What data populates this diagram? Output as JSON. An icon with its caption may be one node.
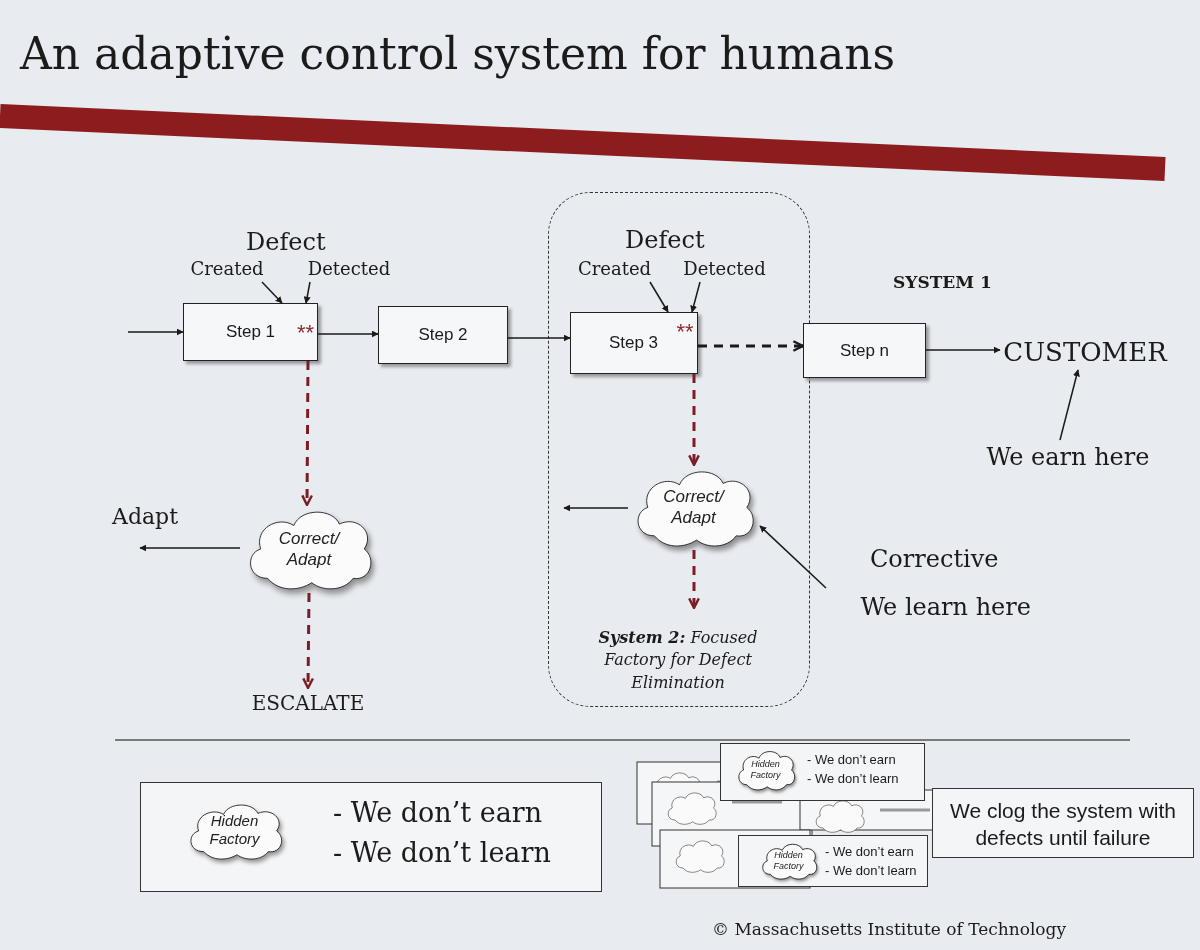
{
  "diagram": {
    "title": "An adaptive control system for humans",
    "nodes": [
      {
        "text": [
          "Created"
        ]
      },
      {
        "text": [
          "Detected"
        ]
      },
      {
        "text": [
          "Step 1",
          "**"
        ]
      },
      {
        "text": [
          "Step 2"
        ]
      },
      {
        "text": [
          "**System 2:** Focused Factory for Defect Elimination"
        ]
      },
      {
        "text": [
          "Created"
        ],
        "in": 4
      },
      {
        "text": [
          "Detected"
        ],
        "in": 4
      },
      {
        "text": [
          "Step 3",
          "**"
        ],
        "in": 4
      },
      {
        "text": [
          "Correct/ Adapt"
        ],
        "in": 4
      },
      {
        "text": [
          "Step n"
        ]
      },
      {
        "text": [
          "CUSTOMER"
        ]
      },
      {
        "text": [
          "We earn here"
        ]
      },
      {
        "text": [
          "Corrective",
          "We learn here"
        ]
      },
      {
        "text": [
          "Correct/ Adapt"
        ]
      },
      {
        "text": [
          "ESCALATE"
        ]
      },
      {
        "text": [
          "- We don’t earn",
          "- We don’t learn"
        ]
      },
      {
        "text": [
          "Hidden Factory"
        ],
        "in": 15
      },
      {
        "text": [
          "- We don’t earn",
          "- We don’t learn"
        ]
      },
      {
        "text": [
          "Hidden Factory"
        ],
        "in": 17
      },
      {
        "text": [
          "- We don’t earn",
          "- We don’t learn"
        ]
      },
      {
        "text": [
          "Hidden Factory"
        ],
        "in": 19
      },
      {
        "text": [
          "We clog the system with defects until failure"
        ]
      }
    ],
    "edges": [
      {
        "from": null,
        "to": 2,
        "arrow": "to"
      },
      {
        "from": 0,
        "to": 2,
        "arrow": "to"
      },
      {
        "from": 1,
        "to": 2,
        "arrow": "to"
      },
      {
        "from": 2,
        "to": 3,
        "arrow": "to"
      },
      {
        "from": 3,
        "to": 7,
        "arrow": "to"
      },
      {
        "from": 5,
        "to": 7,
        "arrow": "to"
      },
      {
        "from": 6,
        "to": 7,
        "arrow": "to"
      },
      {
        "from": 7,
        "to": 9,
        "arrow": "to",
        "style": "dashed"
      },
      {
        "from": 9,
        "to": 10,
        "arrow": "to"
      },
      {
        "from": 11,
        "to": 10,
        "arrow": "to"
      },
      {
        "from": 2,
        "to": 13,
        "arrow": "to",
        "style": "dashed",
        "color": "#7a1e24"
      },
      {
        "from": 13,
        "to": null,
        "arrow": "to",
        "label": "Adapt"
      },
      {
        "from": 13,
        "to": 14,
        "arrow": "to",
        "style": "dashed",
        "color": "#7a1e24"
      },
      {
        "from": 7,
        "to": 8,
        "arrow": "to",
        "style": "dashed",
        "color": "#7a1e24"
      },
      {
        "from": 8,
        "to": null,
        "arrow": "to"
      },
      {
        "from": 8,
        "to": null,
        "arrow": "to",
        "style": "dashed",
        "color": "#7a1e24"
      },
      {
        "from": 12,
        "to": 8,
        "arrow": "to"
      }
    ],
    "labels": [
      "Defect",
      "Defect",
      "SYSTEM 1",
      "© Massachusetts Institute of Technology"
    ]
  }
}
